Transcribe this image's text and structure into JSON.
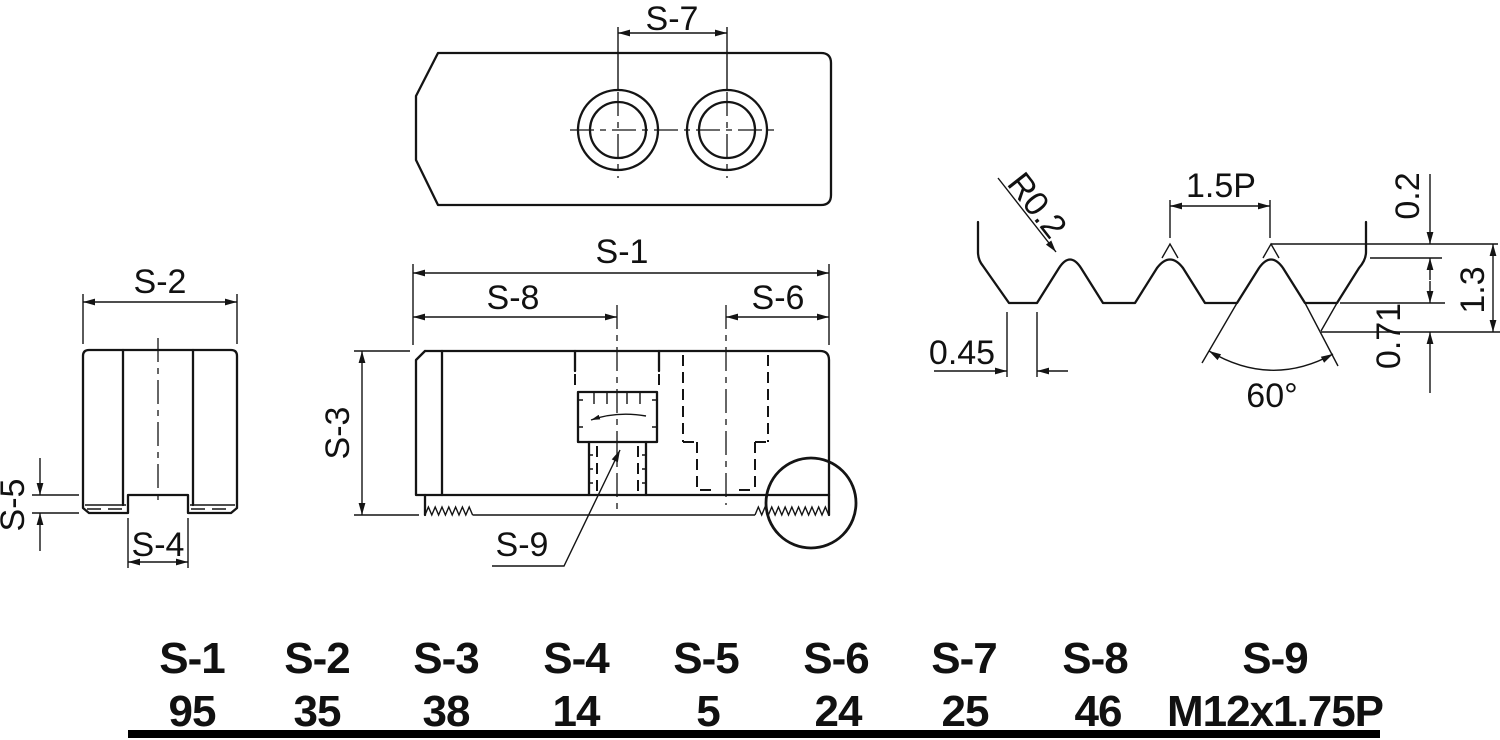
{
  "drawing": {
    "type": "technical-drawing",
    "description_labels": {
      "s1": "S-1",
      "s2": "S-2",
      "s3": "S-3",
      "s4": "S-4",
      "s5": "S-5",
      "s6": "S-6",
      "s7": "S-7",
      "s8": "S-8",
      "s9": "S-9"
    },
    "serration_detail": {
      "radius": "R0.2",
      "pitch": "1.5P",
      "crest_truncation": "0.2",
      "depth": "1.3",
      "root_truncation": "0.71",
      "root_flat": "0.45",
      "angle": "60°"
    },
    "colors": {
      "ink": "#141414",
      "background": "#ffffff"
    }
  },
  "table": {
    "columns": [
      {
        "label": "S-1",
        "value": "95"
      },
      {
        "label": "S-2",
        "value": "35"
      },
      {
        "label": "S-3",
        "value": "38"
      },
      {
        "label": "S-4",
        "value": "14"
      },
      {
        "label": "S-5",
        "value": "5"
      },
      {
        "label": "S-6",
        "value": "24"
      },
      {
        "label": "S-7",
        "value": "25"
      },
      {
        "label": "S-8",
        "value": "46"
      },
      {
        "label": "S-9",
        "value": "M12x1.75P"
      }
    ]
  }
}
